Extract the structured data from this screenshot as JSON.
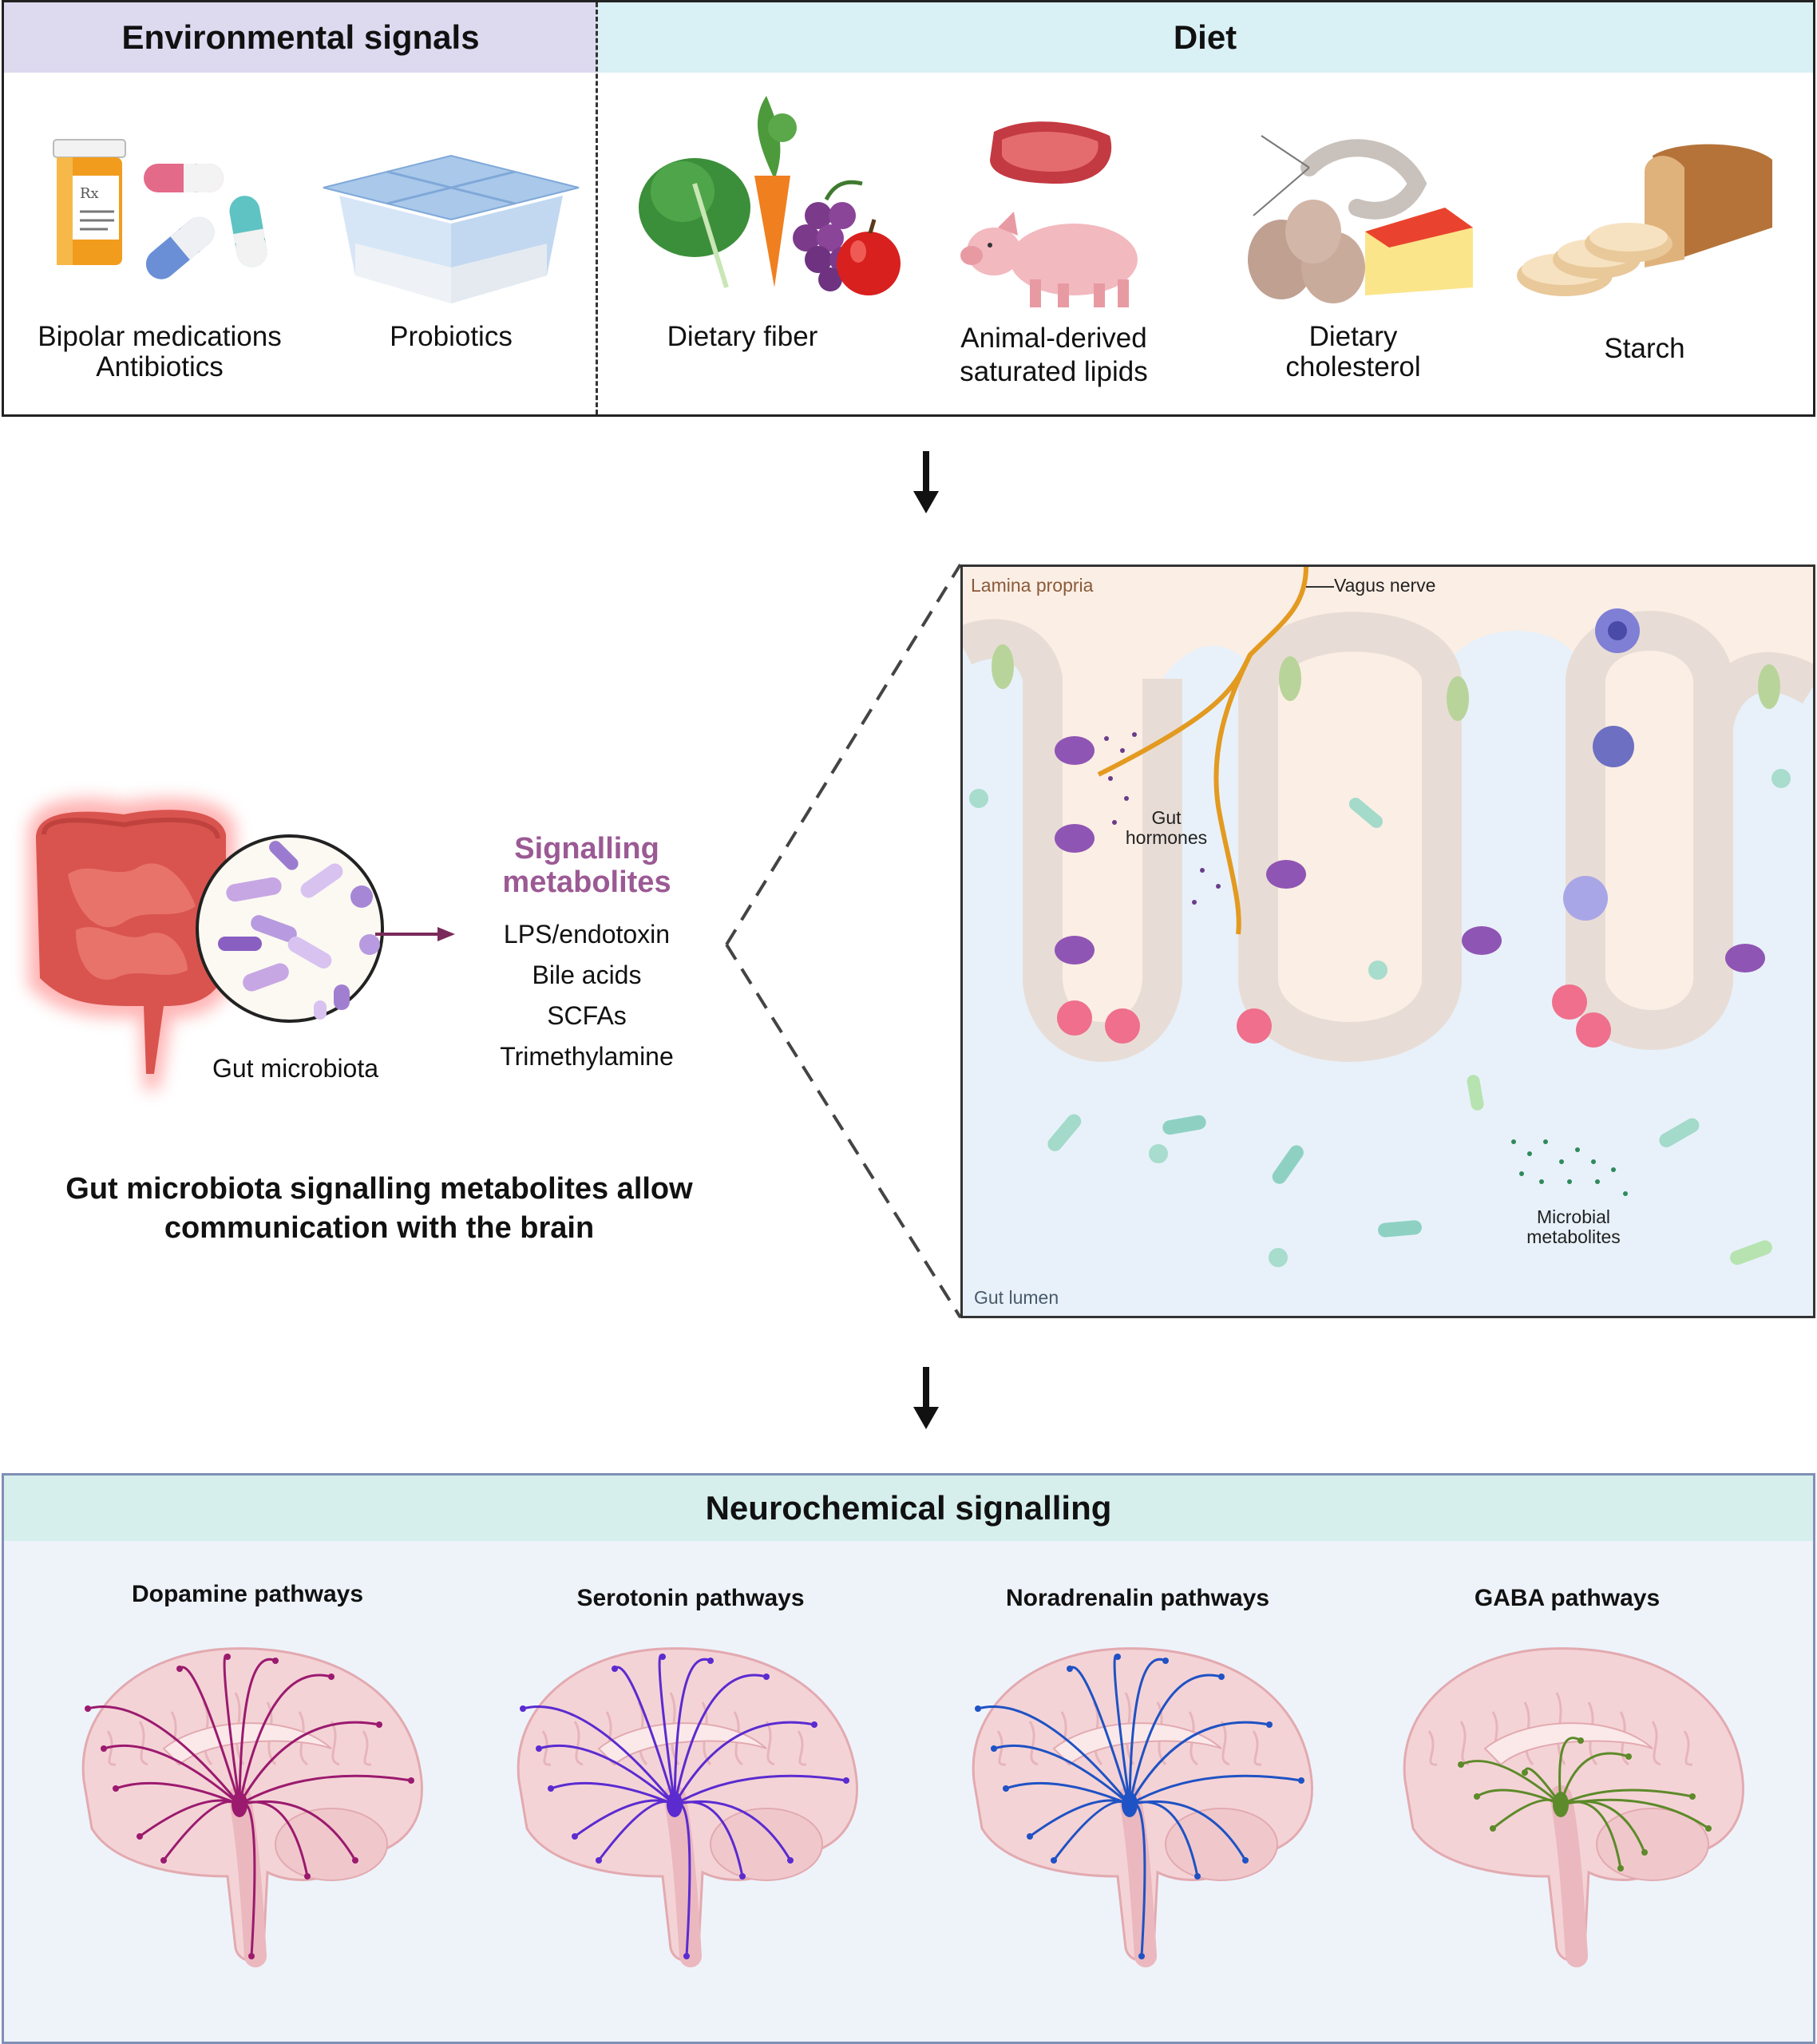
{
  "top": {
    "env_header": "Environmental signals",
    "diet_header": "Diet",
    "env_items": [
      {
        "line1": "Bipolar medications",
        "line2": "Antibiotics",
        "icon": "pill-bottle-capsules-icon"
      },
      {
        "line1": "Probiotics",
        "line2": "",
        "icon": "yogurt-cups-icon"
      }
    ],
    "diet_items": [
      {
        "line1": "Dietary fiber",
        "line2": "",
        "icon": "vegetables-fruits-icon"
      },
      {
        "line1": "Animal-derived",
        "line2": "saturated lipids",
        "icon": "meat-pig-icon"
      },
      {
        "line1": "Dietary",
        "line2": "cholesterol",
        "icon": "eggs-shrimp-cheese-icon"
      },
      {
        "line1": "Starch",
        "line2": "",
        "icon": "bread-icon"
      }
    ]
  },
  "middle": {
    "gut_label": "Gut microbiota",
    "signalling_title_line1": "Signalling",
    "signalling_title_line2": "metabolites",
    "metabolites": [
      "LPS/endotoxin",
      "Bile acids",
      "SCFAs",
      "Trimethylamine"
    ],
    "caption_line1": "Gut microbiota signalling metabolites allow",
    "caption_line2": "communication with the brain",
    "inset": {
      "lamina_propria": "Lamina propria",
      "vagus_nerve": "Vagus nerve",
      "gut_hormones_line1": "Gut",
      "gut_hormones_line2": "hormones",
      "microbial_line1": "Microbial",
      "microbial_line2": "metabolites",
      "gut_lumen": "Gut lumen"
    }
  },
  "bottom": {
    "header": "Neurochemical signalling",
    "pathways": [
      {
        "label": "Dopamine pathways",
        "color": "#9b1a6e"
      },
      {
        "label": "Serotonin pathways",
        "color": "#5b2bd0"
      },
      {
        "label": "Noradrenalin pathways",
        "color": "#1f52c4"
      },
      {
        "label": "GABA pathways",
        "color": "#5d8a2a"
      }
    ]
  },
  "colors": {
    "env_header_bg": "#ddd9ef",
    "diet_header_bg": "#d9f0f4",
    "neuro_header_bg": "#d6efec",
    "neuro_bg": "#eef3fa",
    "signalling_title": "#9b5a94",
    "vagus": "#e39a20",
    "gut_red": "#d9544f"
  }
}
